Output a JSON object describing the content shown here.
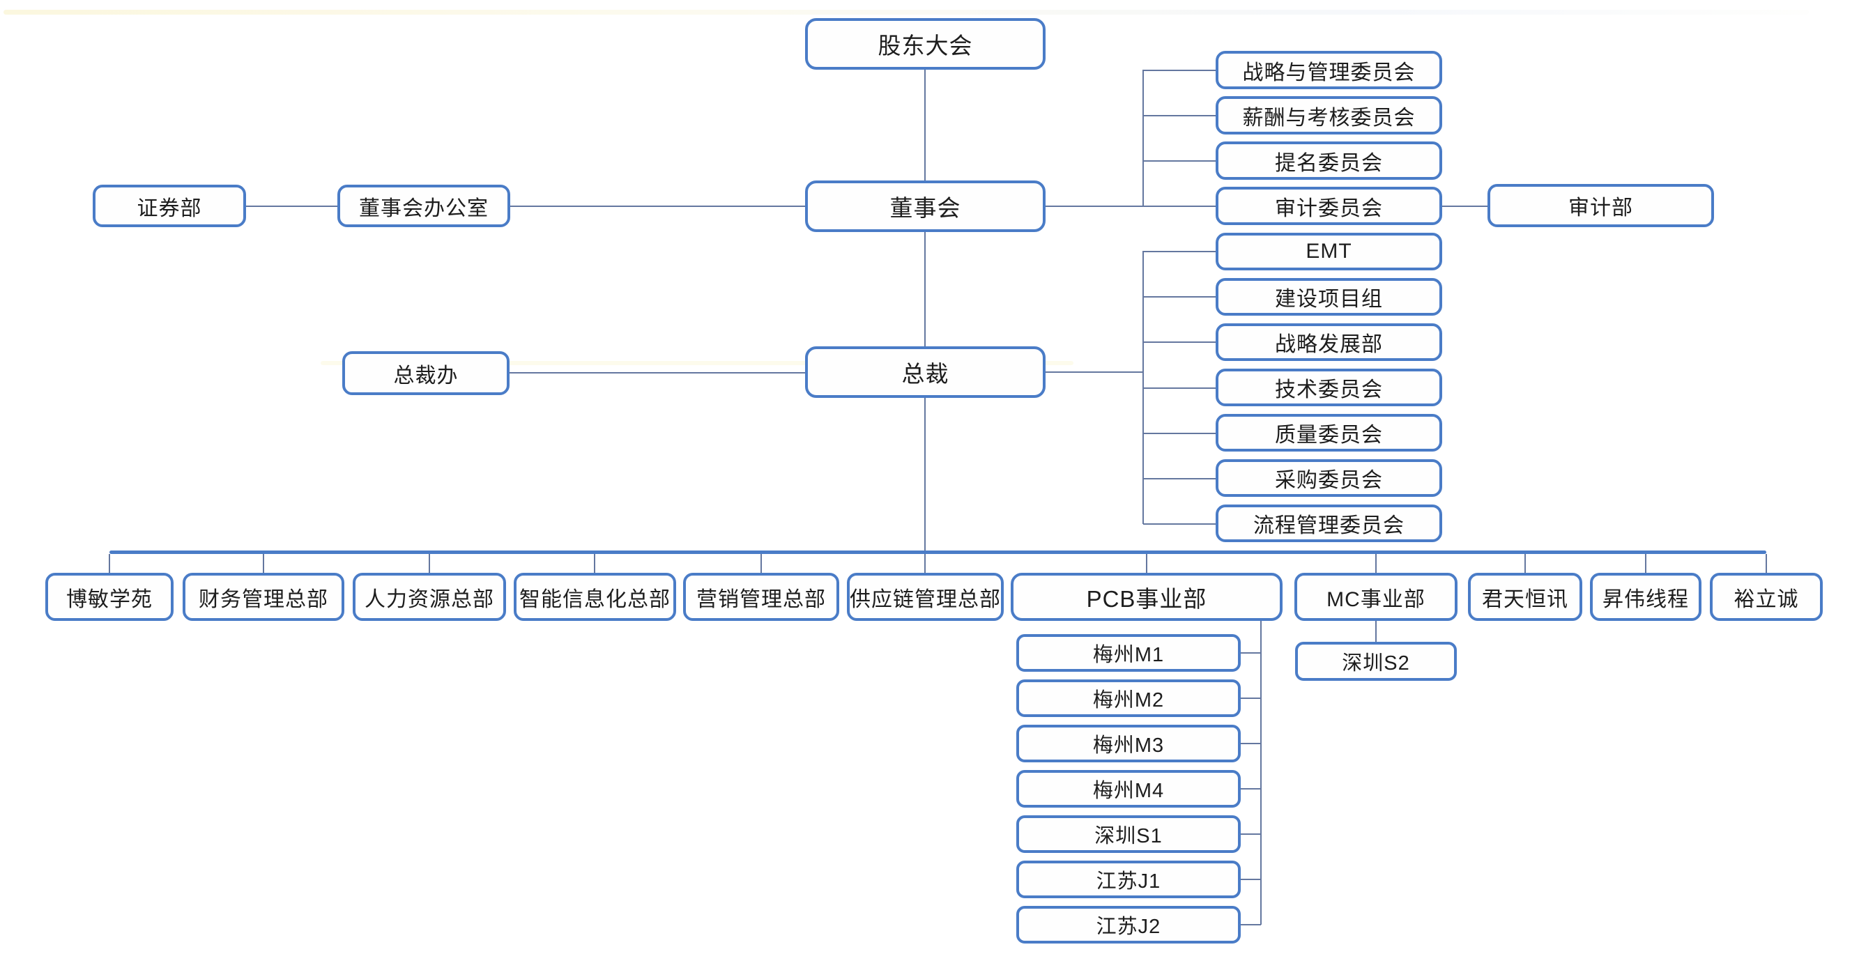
{
  "org": {
    "nodes": {
      "shareholders": "股东大会",
      "board": "董事会",
      "securities": "证券部",
      "board_office": "董事会办公室",
      "audit_dept": "审计部",
      "president": "总裁",
      "president_office": "总裁办"
    },
    "board_committees": [
      "战略与管理委员会",
      "薪酬与考核委员会",
      "提名委员会",
      "审计委员会"
    ],
    "president_units": [
      "EMT",
      "建设项目组",
      "战略发展部",
      "技术委员会",
      "质量委员会",
      "采购委员会",
      "流程管理委员会"
    ],
    "departments": [
      "博敏学苑",
      "财务管理总部",
      "人力资源总部",
      "智能信息化总部",
      "营销管理总部",
      "供应链管理总部",
      "PCB事业部",
      "MC事业部",
      "君天恒讯",
      "昇伟线程",
      "裕立诚"
    ],
    "pcb_sites": [
      "梅州M1",
      "梅州M2",
      "梅州M3",
      "梅州M4",
      "深圳S1",
      "江苏J1",
      "江苏J2"
    ],
    "mc_sites": [
      "深圳S2"
    ],
    "colors": {
      "box_border": "#4a7cc7",
      "connector": "#64779f",
      "text": "#1d1d1d",
      "background": "#ffffff"
    }
  }
}
